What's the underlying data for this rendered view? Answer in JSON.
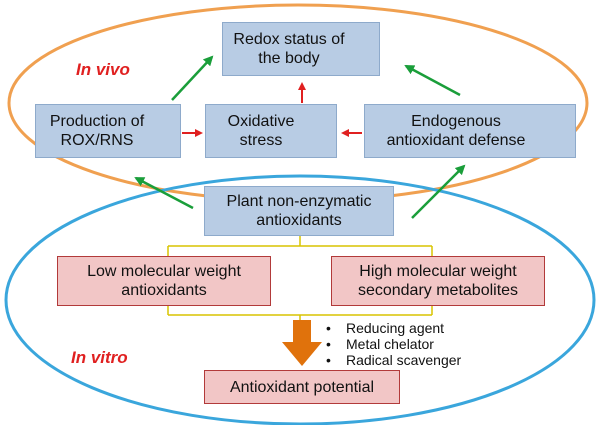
{
  "labels": {
    "in_vivo": "In vivo",
    "in_vitro": "In vitro"
  },
  "boxes": {
    "redox": {
      "line1": "Redox status of",
      "line2": "the body"
    },
    "production": {
      "line1": "Production of",
      "line2": "ROX/RNS"
    },
    "oxidative": {
      "line1": "Oxidative",
      "line2": "stress"
    },
    "endogenous": {
      "line1": "Endogenous",
      "line2": "antioxidant defense"
    },
    "plant": {
      "line1": "Plant non-enzymatic",
      "line2": "antioxidants"
    },
    "low_mw": {
      "line1": "Low molecular weight",
      "line2": "antioxidants"
    },
    "high_mw": {
      "line1": "High molecular weight",
      "line2": "secondary metabolites"
    },
    "potential": {
      "line1": "Antioxidant potential"
    }
  },
  "bullets": [
    "Reducing agent",
    "Metal chelator",
    "Radical scavenger"
  ],
  "colors": {
    "vivo_ellipse": "#f0a050",
    "vitro_ellipse": "#3aa6dc",
    "blue_box": "#b8cce4",
    "pink_box": "#f2c6c6",
    "red_arrow": "#e02020",
    "green_arrow": "#1a9e3a",
    "orange_arrow": "#e0720c",
    "yellow_connector": "#d8c400"
  }
}
